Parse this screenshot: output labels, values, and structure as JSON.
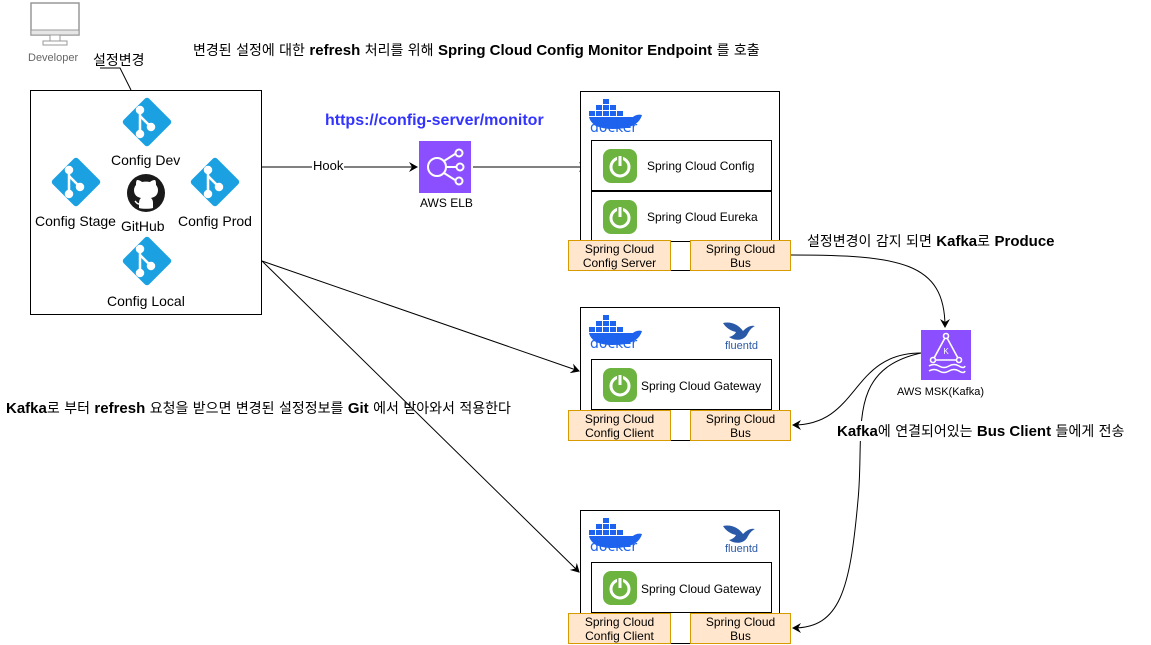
{
  "developer": {
    "label": "Developer",
    "action": "설정변경"
  },
  "notes": {
    "top": {
      "t1": "변경된 설정에 대한 ",
      "b1": "refresh",
      "t2": " 처리를 위해 ",
      "b2": "Spring Cloud Config Monitor Endpoint",
      "t3": " 를 호출"
    },
    "url": "https://config-server/monitor",
    "produce": {
      "t1": "설정변경이 감지 되면 ",
      "b1": "Kafka",
      "t2": "로 ",
      "b2": "Produce"
    },
    "refresh": {
      "b1": "Kafka",
      "t1": "로 부터 ",
      "b2": "refresh",
      "t2": " 요청을 받으면 변경된 설정정보를 ",
      "b3": "Git",
      "t3": " 에서 받아와서 적용한다"
    },
    "transfer": {
      "b1": "Kafka",
      "t1": "에 연결되어있는 ",
      "b2": "Bus Client",
      "t2": " 들에게 전송"
    }
  },
  "github": {
    "label": "GitHub",
    "repos": {
      "dev": "Config Dev",
      "stage": "Config Stage",
      "prod": "Config Prod",
      "local": "Config Local"
    }
  },
  "hook_label": "Hook",
  "elb_label": "AWS ELB",
  "msk_label": "AWS MSK(Kafka)",
  "docker_word": "docker",
  "fluentd_word": "fluentd",
  "server": {
    "services": [
      "Spring Cloud Config",
      "Spring Cloud Eureka"
    ],
    "tags": [
      "Spring Cloud\nConfig Server",
      "Spring Cloud\nBus"
    ]
  },
  "client1": {
    "service": "Spring Cloud Gateway",
    "tags": [
      "Spring Cloud\nConfig Client",
      "Spring Cloud\nBus"
    ]
  },
  "client2": {
    "service": "Spring Cloud Gateway",
    "tags": [
      "Spring Cloud\nConfig Client",
      "Spring Cloud\nBus"
    ]
  },
  "colors": {
    "git": "#1ba1e2",
    "elb": "#8c4fff",
    "msk": "#8c4fff",
    "spring": "#6db33f",
    "docker": "#1d63ed",
    "url": "#3333ff",
    "tag_fill": "#ffe6cc",
    "tag_stroke": "#d79b00"
  }
}
